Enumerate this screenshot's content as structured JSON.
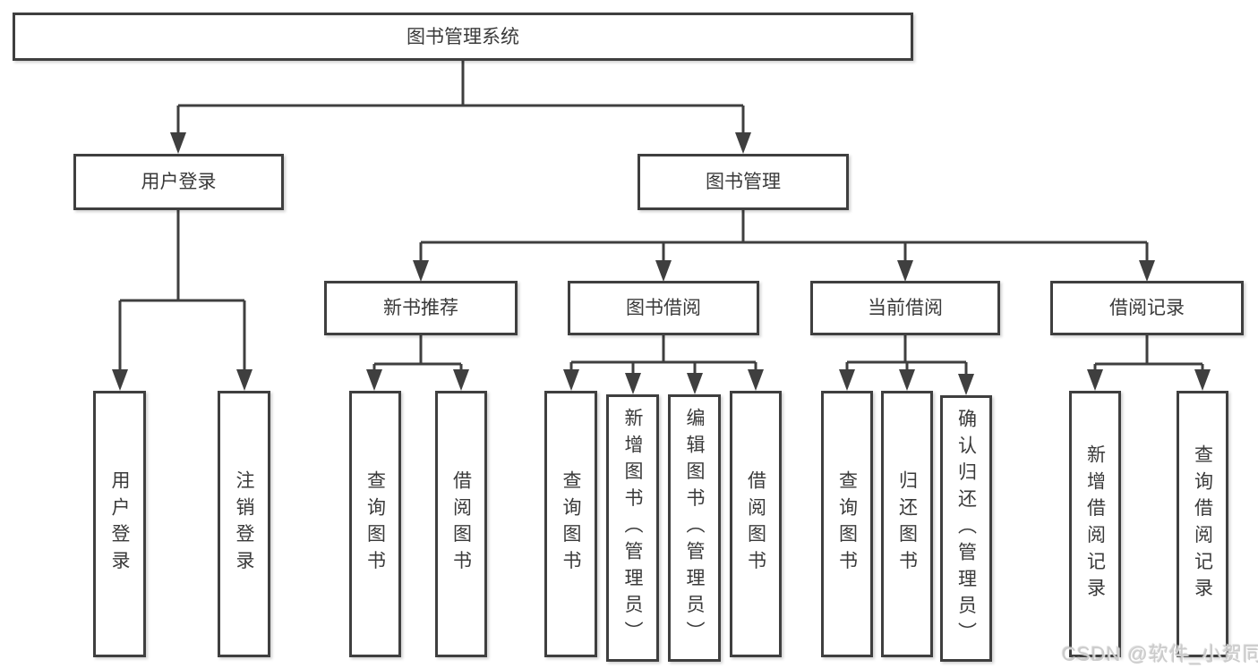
{
  "diagram": {
    "root": {
      "label": "图书管理系统"
    },
    "branches": [
      {
        "label": "用户登录",
        "children": [
          {
            "label": "用户登录"
          },
          {
            "label": "注销登录"
          }
        ]
      },
      {
        "label": "图书管理",
        "children": [
          {
            "label": "新书推荐",
            "children": [
              {
                "label": "查询图书"
              },
              {
                "label": "借阅图书"
              }
            ]
          },
          {
            "label": "图书借阅",
            "children": [
              {
                "label": "查询图书"
              },
              {
                "label": "新增图书（管理员）"
              },
              {
                "label": "编辑图书（管理员）"
              },
              {
                "label": "借阅图书"
              }
            ]
          },
          {
            "label": "当前借阅",
            "children": [
              {
                "label": "查询图书"
              },
              {
                "label": "归还图书"
              },
              {
                "label": "确认归还（管理员）"
              }
            ]
          },
          {
            "label": "借阅记录",
            "children": [
              {
                "label": "新增借阅记录"
              },
              {
                "label": "查询借阅记录"
              }
            ]
          }
        ]
      }
    ]
  },
  "watermark": {
    "text": "CSDN @软件_小贺同学"
  },
  "colors": {
    "line": "#3f3f3f",
    "text": "#3a3a3a",
    "background": "#ffffff",
    "watermark": "#cbcbcb"
  }
}
